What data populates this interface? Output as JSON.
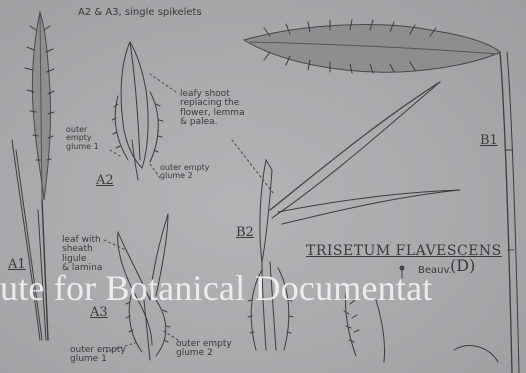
{
  "plate": {
    "header_text": "A2 & A3, single spikelets",
    "figure_labels": {
      "a1": "A1",
      "a2": "A2",
      "a3": "A3",
      "b1": "B1",
      "b2": "B2"
    },
    "annotations": {
      "leafy_shoot": "leafy shoot\nreplacing the\nflower, lemma\n& palea.",
      "outer_empty_glume_1_a2": "outer\nempty\nglume 1",
      "outer_empty_glume_2_a2": "outer empty\nglume 2",
      "leaf_sheath_ligule_lamina": "leaf with\nsheath\nligule\n& lamina",
      "outer_empty_glume_1_a3": "outer empty\nglume 1",
      "outer_empty_glume_2_a3": "outer empty\nglume 2"
    },
    "species_title": "TRISETUM FLAVESCENS",
    "species_author": "Beauv.",
    "species_mark": "(D)",
    "watermark": "ute for Botanical Documentat"
  },
  "colors": {
    "paper": "#a9a9ac",
    "ink": "#3a3a3c",
    "watermark": "#f2f2f4"
  }
}
